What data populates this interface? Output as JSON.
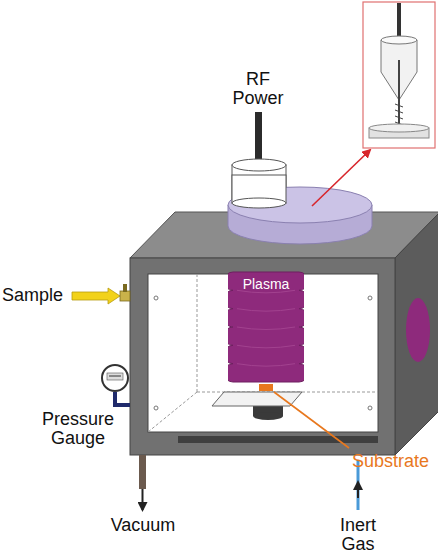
{
  "diagram": {
    "nodes": [
      {
        "text": [
          "Plasma"
        ]
      }
    ],
    "labels": [
      "RF Power",
      "Sample",
      "Pressure Gauge",
      "Substrate",
      "Vacuum",
      "Inert Gas"
    ]
  }
}
